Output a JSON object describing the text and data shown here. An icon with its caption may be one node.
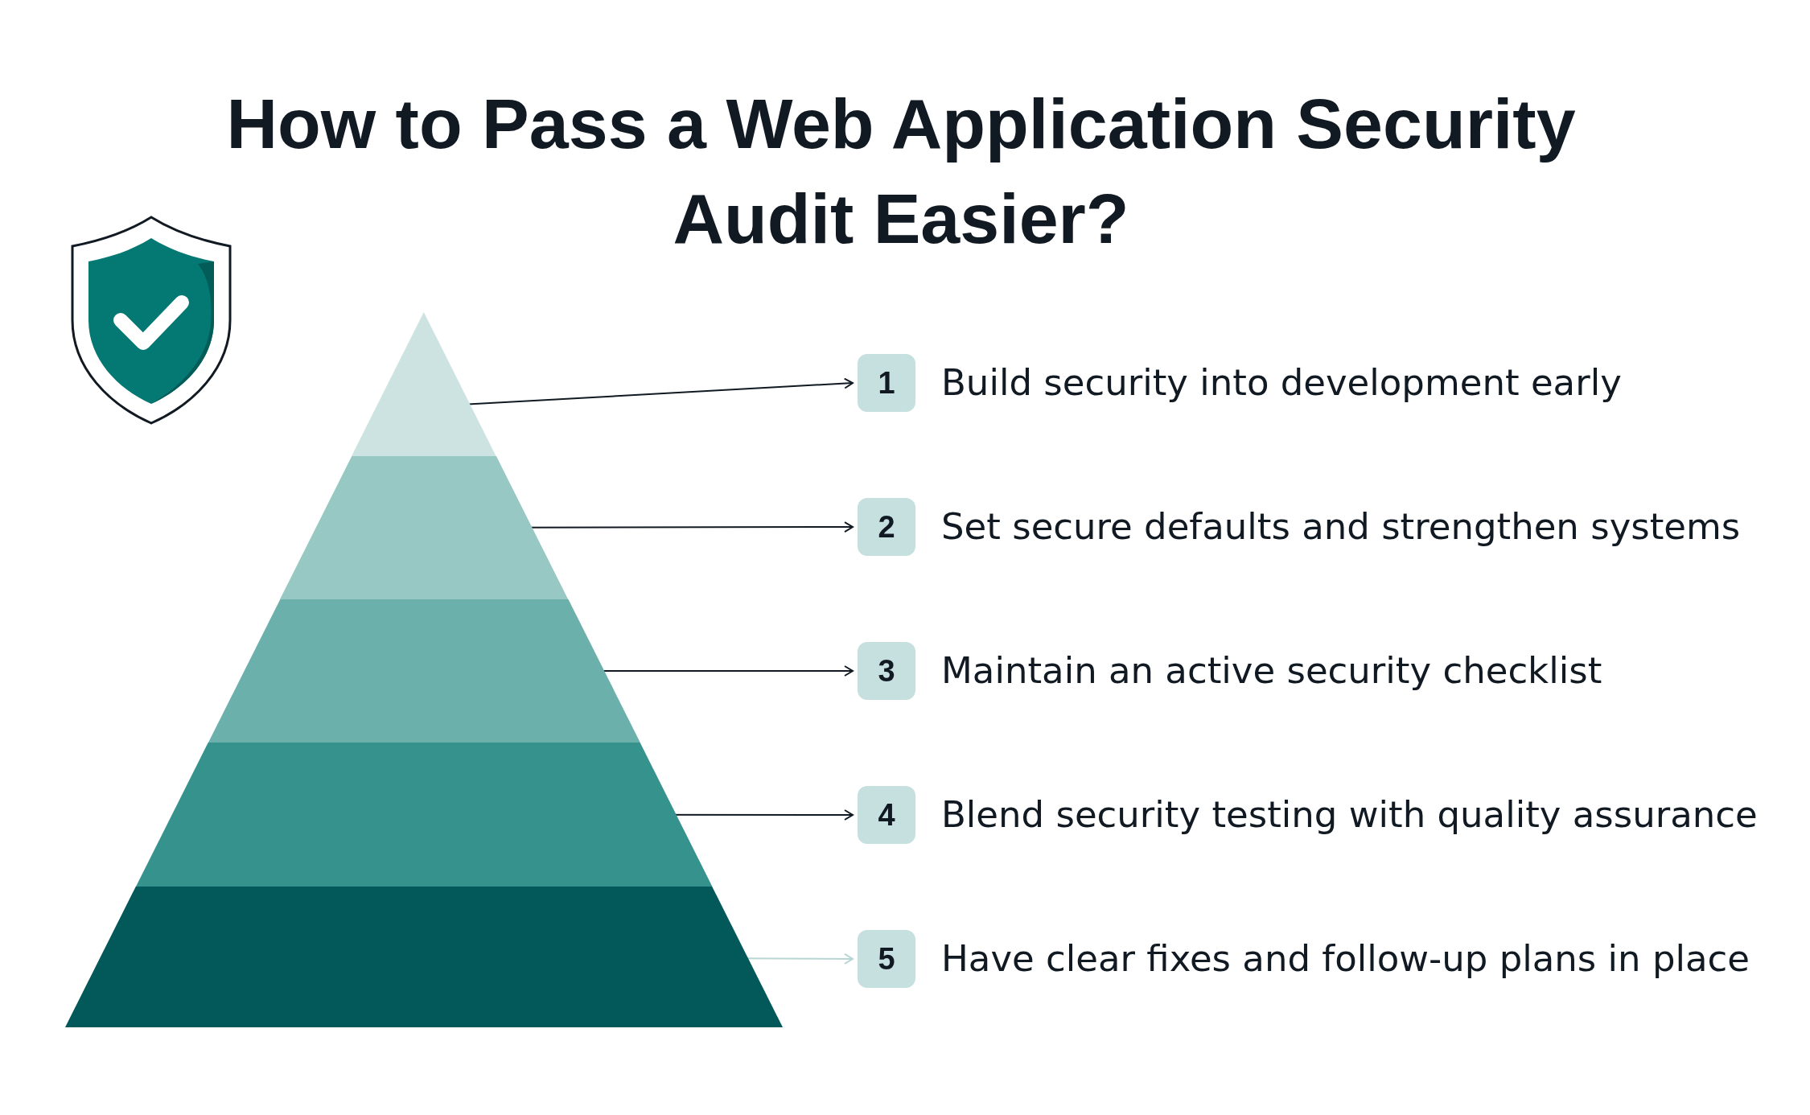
{
  "diagram": {
    "title": "How to Pass a Web Application Security Audit Easier?",
    "nodes": [
      {
        "text": [],
        "shape": "triangle"
      },
      {
        "text": [],
        "shape": "trapezoid"
      },
      {
        "text": [],
        "shape": "trapezoid"
      },
      {
        "text": [],
        "shape": "trapezoid"
      },
      {
        "text": [],
        "shape": "trapezoid"
      },
      {
        "text": [
          "1"
        ],
        "beside": [
          "Build security into development early"
        ]
      },
      {
        "text": [
          "2"
        ],
        "beside": [
          "Set secure defaults and strengthen systems"
        ]
      },
      {
        "text": [
          "3"
        ],
        "beside": [
          "Maintain an active security checklist"
        ]
      },
      {
        "text": [
          "4"
        ],
        "beside": [
          "Blend security testing with quality assurance"
        ]
      },
      {
        "text": [
          "5"
        ],
        "beside": [
          "Have clear fixes and follow-up plans in place"
        ]
      }
    ],
    "edges": [
      {
        "from": 0,
        "to": 5,
        "arrow": "to"
      },
      {
        "from": 1,
        "to": 6,
        "arrow": "to"
      },
      {
        "from": 2,
        "to": 7,
        "arrow": "to"
      },
      {
        "from": 3,
        "to": 8,
        "arrow": "to"
      },
      {
        "from": 4,
        "to": 9,
        "arrow": "to",
        "color": "#b8d6d3"
      }
    ]
  }
}
